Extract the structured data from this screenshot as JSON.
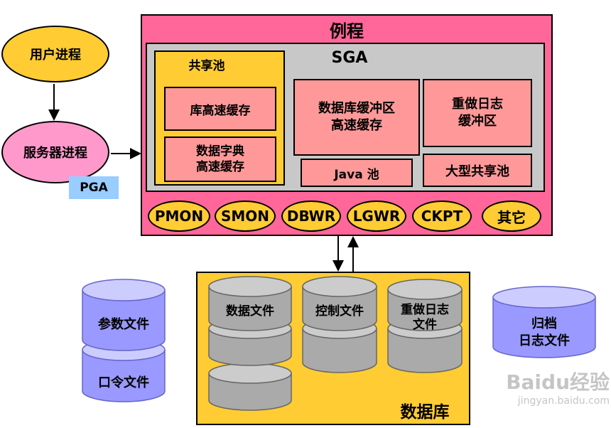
{
  "instance": {
    "title": "例程",
    "sga": {
      "title": "SGA",
      "shared_pool": {
        "title": "共享池",
        "library_cache": "库高速缓存",
        "data_dictionary_cache": [
          "数据字典",
          "高速缓存"
        ]
      },
      "db_buffer_cache": [
        "数据库缓冲区",
        "高速缓存"
      ],
      "redo_log_buffer": [
        "重做日志",
        "缓冲区"
      ],
      "java_pool": "Java 池",
      "large_pool": "大型共享池"
    },
    "background_processes": [
      "PMON",
      "SMON",
      "DBWR",
      "LGWR",
      "CKPT",
      "其它"
    ]
  },
  "user_process": "用户进程",
  "server_process": "服务器进程",
  "pga": "PGA",
  "database": {
    "title": "数据库",
    "data_files": "数据文件",
    "control_files": "控制文件",
    "redo_log_files": [
      "重做日志",
      "文件"
    ]
  },
  "parameter_file": "参数文件",
  "password_file": "口令文件",
  "archived_log_files": [
    "归档",
    "日志文件"
  ],
  "watermark": {
    "brand": "Baidu经验",
    "url": "jingyan.baidu.com"
  },
  "colors": {
    "instance_pink": "#ff6699",
    "sga_gray": "#c8c8c8",
    "shared_pool_yellow": "#ffcc33",
    "salmon": "#ff9999",
    "process_yellow": "#ffcc33",
    "server_pink": "#ff99cc",
    "pga_blue": "#99ccff",
    "database_yellow": "#ffcc33",
    "cylinder_gray": "#aaaaaa",
    "cylinder_purple": "#9999ff"
  }
}
